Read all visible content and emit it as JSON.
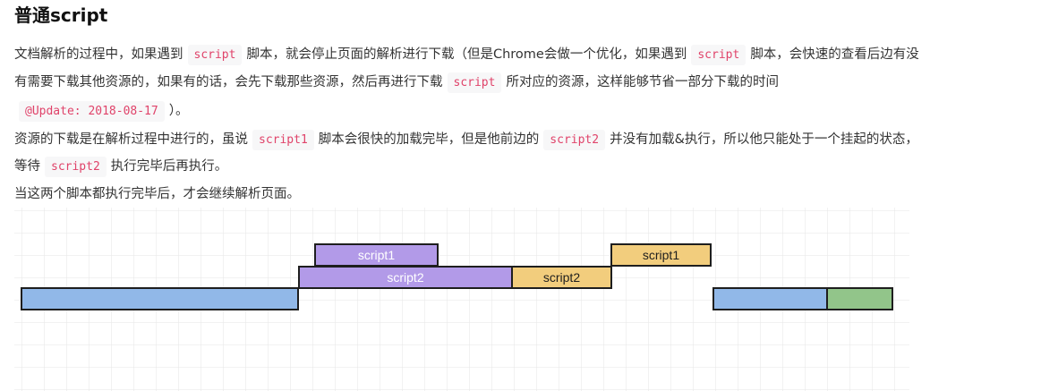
{
  "heading": "普通script",
  "paragraph1": {
    "line1": {
      "t1": "文档解析的过程中，如果遇到",
      "c1": "script",
      "t2": "脚本，就会停止页面的解析进行下载（但是Chrome会做一个优化，如果遇到",
      "c2": "script",
      "t3": "脚本，会快速的查看后边有没"
    },
    "line2": {
      "t1": "有需要下载其他资源的，如果有的话，会先下载那些资源，然后再进行下载",
      "c1": "script",
      "t2": "所对应的资源，这样能够节省一部分下载的时间"
    },
    "line3": {
      "c1": "@Update: 2018-08-17",
      "t1": "）。"
    }
  },
  "paragraph2": {
    "line1": {
      "t1": "资源的下载是在解析过程中进行的，虽说",
      "c1": "script1",
      "t2": "脚本会很快的加载完毕，但是他前边的",
      "c2": "script2",
      "t3": "并没有加载&执行，所以他只能处于一个挂起的状态，"
    },
    "line2": {
      "t1": "等待",
      "c1": "script2",
      "t2": "执行完毕后再执行。"
    }
  },
  "paragraph3": "当这两个脚本都执行完毕后，才会继续解析页面。",
  "diagram": {
    "bars": {
      "script1_download": "script1",
      "script2_download": "script2",
      "script2_execute": "script2",
      "script1_execute": "script1"
    },
    "colors": {
      "download": "#b29ae8",
      "execute": "#f2cd7d",
      "parse": "#91b8e8",
      "finish": "#92c58a",
      "grid": "#e6e6e6"
    }
  }
}
